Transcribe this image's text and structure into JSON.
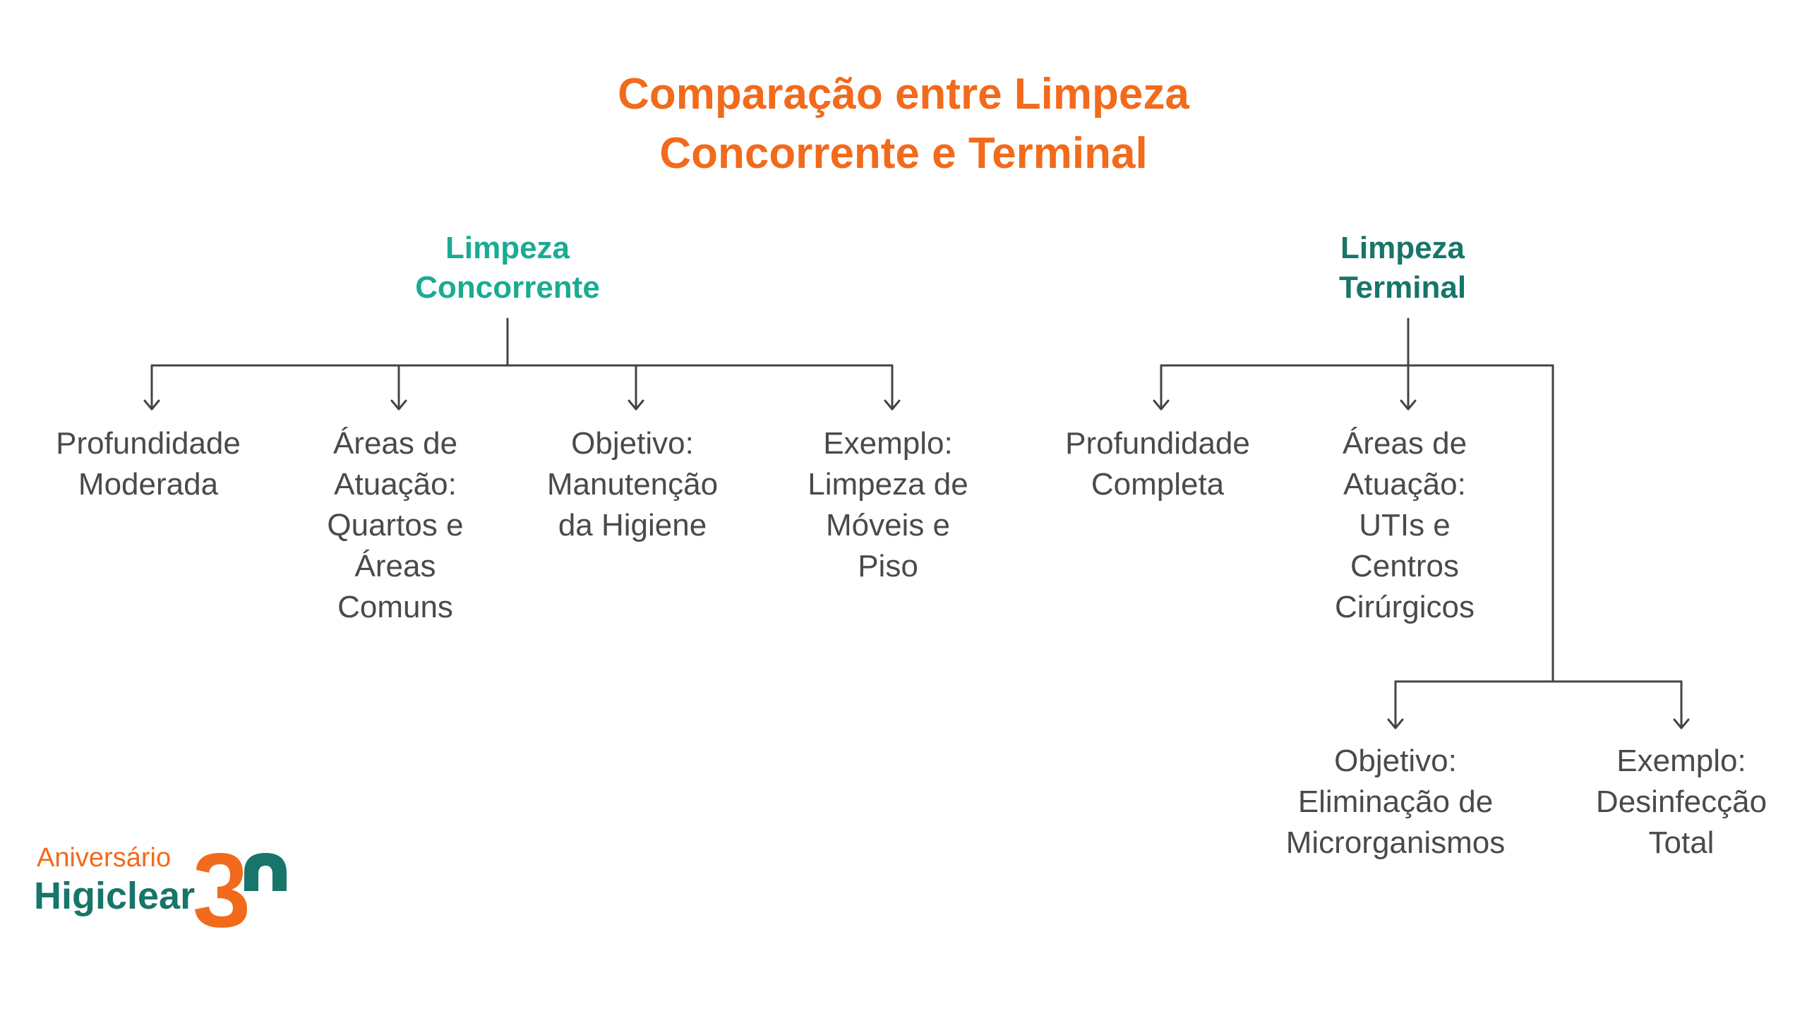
{
  "title": {
    "line1": "Comparação entre Limpeza",
    "line2": "Concorrente e Terminal"
  },
  "categories": {
    "concorrente": {
      "line1": "Limpeza",
      "line2": "Concorrente",
      "color": "#1aab93"
    },
    "terminal": {
      "line1": "Limpeza",
      "line2": "Terminal",
      "color": "#17756a"
    }
  },
  "concorrente_items": [
    {
      "lines": [
        "Profundidade",
        "Moderada"
      ]
    },
    {
      "lines": [
        "Áreas de",
        "Atuação:",
        "Quartos e",
        "Áreas",
        "Comuns"
      ]
    },
    {
      "lines": [
        "Objetivo:",
        "Manutenção",
        "da Higiene"
      ]
    },
    {
      "lines": [
        "Exemplo:",
        "Limpeza de",
        "Móveis e",
        "Piso"
      ]
    }
  ],
  "terminal_items": [
    {
      "lines": [
        "Profundidade",
        "Completa"
      ]
    },
    {
      "lines": [
        "Áreas de",
        "Atuação:",
        "UTIs e",
        "Centros",
        "Cirúrgicos"
      ]
    },
    {
      "lines": [
        "Objetivo:",
        "Eliminação de",
        "Microrganismos"
      ]
    },
    {
      "lines": [
        "Exemplo:",
        "Desinfecção",
        "Total"
      ]
    }
  ],
  "logo": {
    "line1": "Aniversário",
    "line2": "Higiclear",
    "digits": "30",
    "color_orange": "#f26a1b",
    "color_green": "#17756a"
  },
  "colors": {
    "title": "#f26a1b",
    "connector": "#444444",
    "text": "#4a4a4a"
  }
}
